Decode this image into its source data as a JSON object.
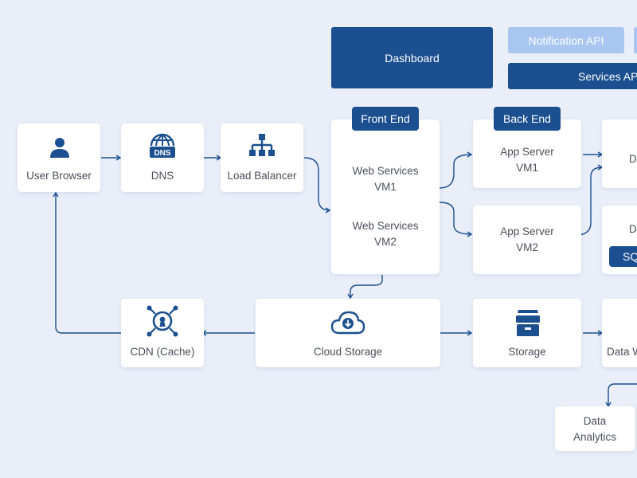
{
  "top_bar": {
    "dashboard": "Dashboard",
    "notification_api": "Notification API",
    "services_api": "Services API"
  },
  "nodes": {
    "user_browser": "User Browser",
    "dns": "DNS",
    "dns_icon_text": "DNS",
    "load_balancer": "Load Balancer",
    "front_end": "Front End",
    "web_vm1_line1": "Web Services",
    "web_vm1_line2": "VM1",
    "web_vm2_line1": "Web Services",
    "web_vm2_line2": "VM2",
    "back_end": "Back End",
    "app_vm1_line1": "App Server",
    "app_vm1_line2": "VM1",
    "app_vm2_line1": "App Server",
    "app_vm2_line2": "VM2",
    "db1_partial": "D",
    "db2_partial": "D",
    "sql_partial": "SQ",
    "cdn": "CDN (Cache)",
    "cloud_storage": "Cloud Storage",
    "storage": "Storage",
    "data_warehouse_partial": "Data W",
    "data_analytics_line1": "Data",
    "data_analytics_line2": "Analytics"
  },
  "colors": {
    "background": "#e9eef8",
    "primary": "#1b4f8f",
    "light_accent": "#a8c6ef",
    "card": "#ffffff",
    "text": "#4a4f5a"
  },
  "icons": {
    "user_browser": "user-icon",
    "dns": "dns-globe-icon",
    "load_balancer": "hierarchy-icon",
    "cdn": "cdn-hub-icon",
    "cloud_storage": "cloud-download-icon",
    "storage": "archive-box-icon"
  }
}
